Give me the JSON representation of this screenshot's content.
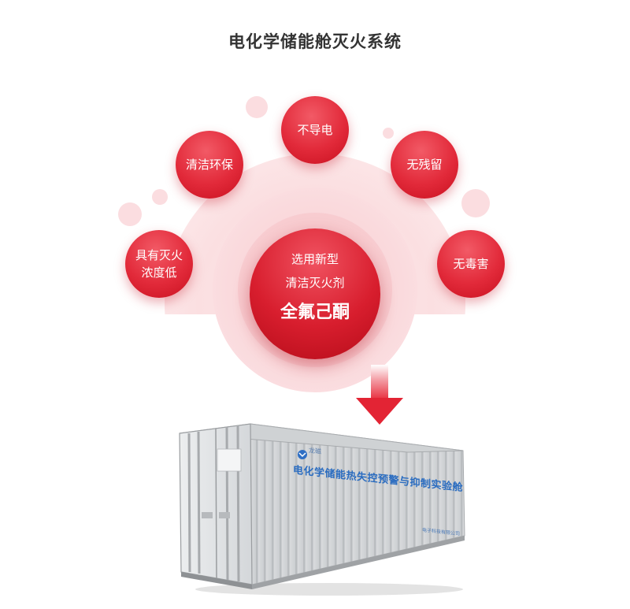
{
  "title": "电化学储能舱灭火系统",
  "features": {
    "top": "不导电",
    "upper_left": "清洁环保",
    "upper_right": "无残留",
    "left_line1": "具有灭火",
    "left_line2": "浓度低",
    "right": "无毒害"
  },
  "center": {
    "line1": "选用新型",
    "line2": "清洁灭火剂",
    "line3": "全氟己酮"
  },
  "container": {
    "label": "电化学储能热失控预警与抑制实验舱",
    "logo_text": "龙磁",
    "footer_text": "电子科技有限公司"
  },
  "colors": {
    "accent": "#e22a3a",
    "halo": "#fbdfe1",
    "container_blue": "#2a6cc0"
  },
  "icons": [
    "down-arrow-icon",
    "company-logo-icon"
  ]
}
